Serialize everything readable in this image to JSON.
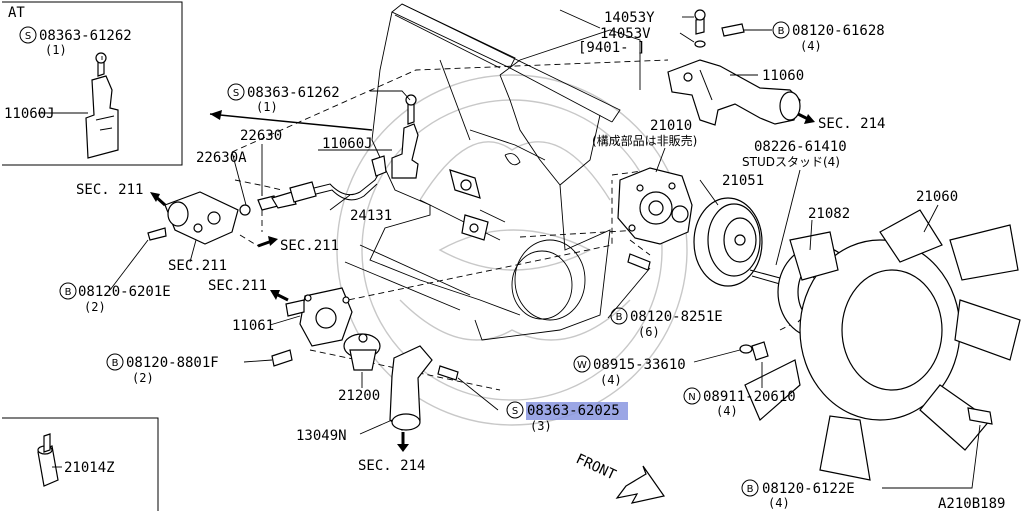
{
  "labels": {
    "at": "AT",
    "p08363_61262_top": "08363-61262",
    "p08363_61262_top_qty": "(1)",
    "p11060J_inset": "11060J",
    "p14053Y": "14053Y",
    "p14053V": "14053V",
    "p9401": "[9401-    ]",
    "p08120_61628": "08120-61628",
    "p08120_61628_qty": "(4)",
    "p11060": "11060",
    "sec214_right": "SEC. 214",
    "p08363_61262_mid": "08363-61262",
    "p08363_61262_mid_qty": "(1)",
    "p22630": "22630",
    "p11060J_mid": "11060J",
    "p22630A": "22630A",
    "p21010": "21010",
    "p21010_note": "(構成部品は非販売)",
    "p08226_61410": "08226-61410",
    "stud_note": "STUDスタッド(4)",
    "sec211_left": "SEC. 211",
    "p24131": "24131",
    "p21051": "21051",
    "p21082": "21082",
    "p21060": "21060",
    "sec211_mid": "SEC.211",
    "sec211_lower": "SEC.211",
    "p08120_6201E": "08120-6201E",
    "p08120_6201E_qty": "(2)",
    "p08120_8251E": "08120-8251E",
    "p08120_8251E_qty": "(6)",
    "p11061": "11061",
    "p08915_33610": "08915-33610",
    "p08915_33610_qty": "(4)",
    "p08120_8801F": "08120-8801F",
    "p08120_8801F_qty": "(2)",
    "p21200": "21200",
    "p08911_20610": "08911-20610",
    "p08911_20610_qty": "(4)",
    "p08363_62025": "08363-62025",
    "p08363_62025_qty": "(3)",
    "p13049N": "13049N",
    "sec214_bottom": "SEC. 214",
    "front": "FRONT",
    "p21014Z": "21014Z",
    "p08120_6122E": "08120-6122E",
    "p08120_6122E_qty": "(4)",
    "diagram_code": "A210B189"
  },
  "badges": {
    "s": "S",
    "b": "B",
    "w": "W",
    "n": "N"
  },
  "highlight": {
    "part": "08363-62025",
    "color": "#8a96e0"
  }
}
